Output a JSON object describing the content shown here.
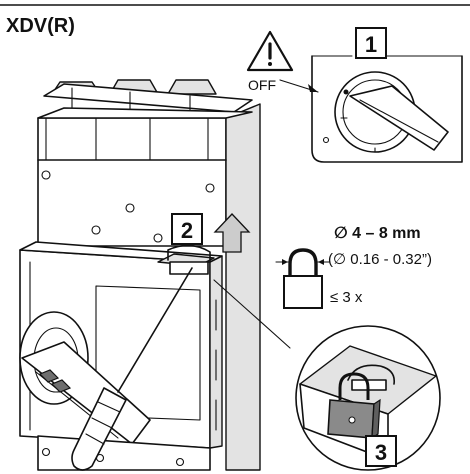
{
  "figure": {
    "title": "XDV(R)",
    "warning_label": "OFF",
    "steps": [
      "1",
      "2",
      "3"
    ],
    "shackle_diameter_mm": "∅ 4 – 8 mm",
    "shackle_diameter_in": "(∅ 0.16 - 0.32”)",
    "max_locks": "≤ 3 x",
    "icons": [
      "warning-triangle-icon",
      "padlock-icon",
      "up-arrow-icon",
      "screwdriver-icon"
    ],
    "colors": {
      "line": "#111111",
      "shade": "#e3e3e3",
      "dark": "#6e6e6e",
      "arrow": "#cccccc"
    }
  }
}
